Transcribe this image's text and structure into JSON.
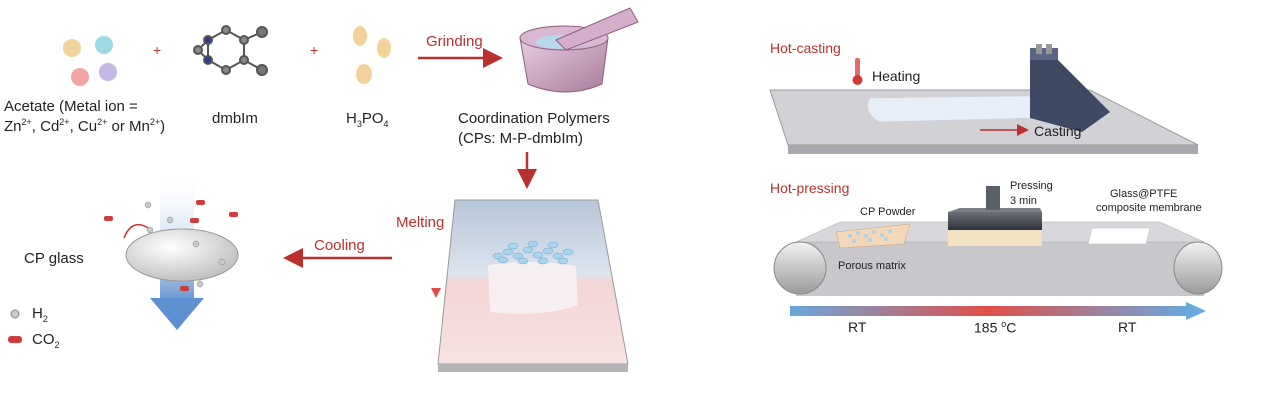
{
  "synthesis": {
    "acetate_line1": "Acetate (Metal ion =",
    "acetate_line2_parts": [
      "Zn",
      "2+",
      ", Cd",
      "2+",
      ", Cu",
      "2+",
      " or Mn",
      "2+",
      ")"
    ],
    "plus_sign": "+",
    "dmbim_label": "dmbIm",
    "h3po4_parts": [
      "H",
      "3",
      "PO",
      "4"
    ],
    "grinding_label": "Grinding",
    "cp_line1": "Coordination Polymers",
    "cp_line2": "(CPs: M-P-dmbIm)",
    "melting_label": "Melting",
    "cooling_label": "Cooling",
    "cp_glass_label": "CP glass",
    "legend_h2_parts": [
      "H",
      "2"
    ],
    "legend_co2_parts": [
      "CO",
      "2"
    ]
  },
  "hot_casting": {
    "title": "Hot-casting",
    "heating_label": "Heating",
    "casting_label": "Casting"
  },
  "hot_pressing": {
    "title": "Hot-pressing",
    "cp_powder_label": "CP Powder",
    "porous_matrix_label": "Porous matrix",
    "pressing_line1": "Pressing",
    "pressing_line2": "3 min",
    "membrane_line1": "Glass@PTFE",
    "membrane_line2": "composite membrane",
    "temp_left": "RT",
    "temp_mid_value": "185",
    "temp_mid_unit_sup": "o",
    "temp_mid_unit": "C",
    "temp_right": "RT"
  },
  "colors": {
    "accent_red": "#b8312f",
    "arrow_blue": "#5b95d3",
    "surface_gray": "#c9c9cc"
  }
}
